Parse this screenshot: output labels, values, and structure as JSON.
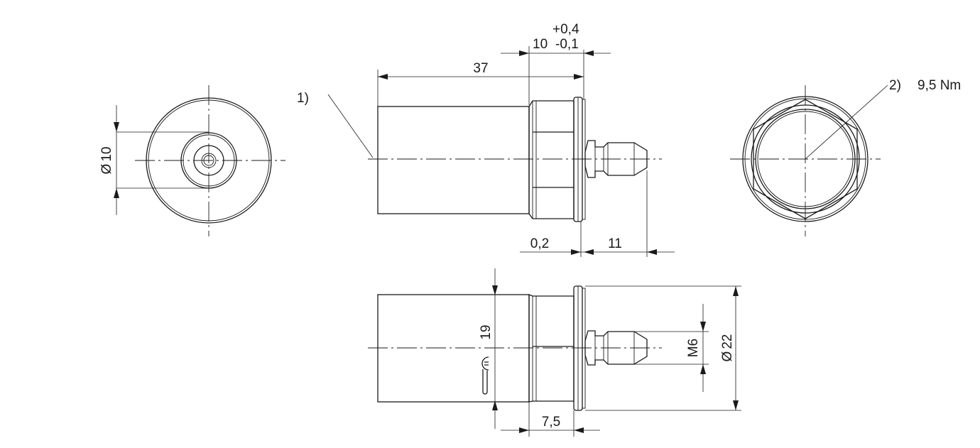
{
  "dimensions": {
    "total_length": "37",
    "hex_length": "10",
    "hex_tol_upper": "+0,4",
    "hex_tol_lower": "-0,1",
    "flange_gap": "0,2",
    "pin_length": "11",
    "bore_prefix": "Ø",
    "bore_diameter": "10",
    "wrench_size": "19",
    "pin_thread": "M6",
    "flange_prefix": "Ø",
    "flange_diameter": "22",
    "hex_width_bottom": "7,5"
  },
  "callouts": {
    "note_1": "1)",
    "note_2": "2)",
    "torque": "9,5 Nm"
  }
}
